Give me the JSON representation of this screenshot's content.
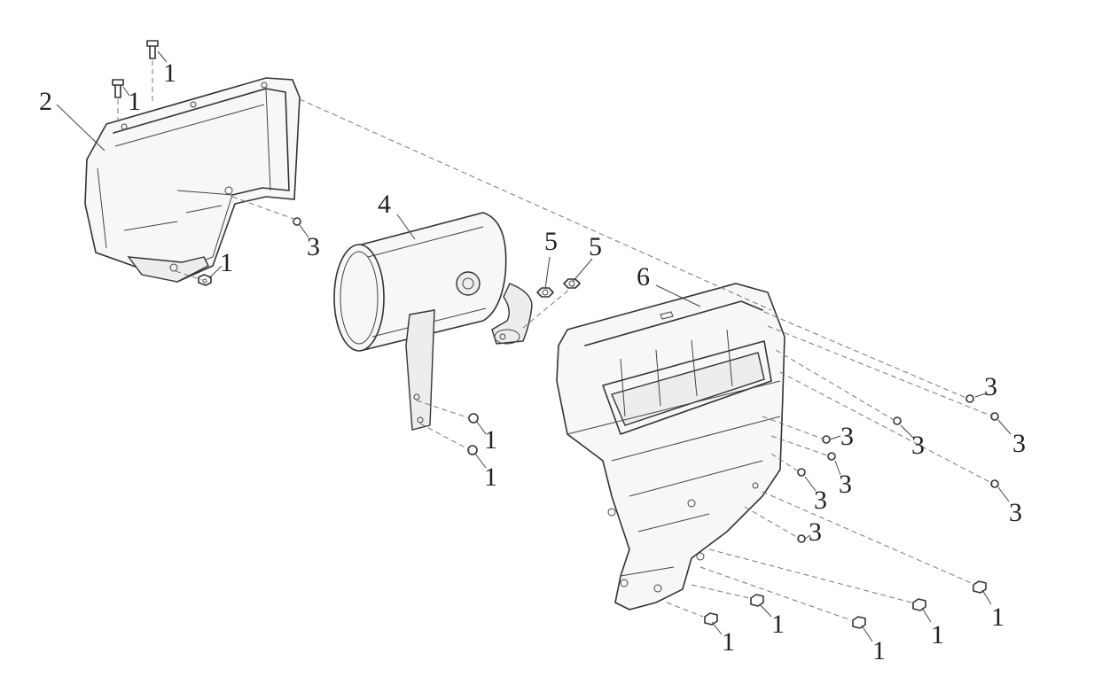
{
  "diagram": {
    "callouts": [
      {
        "id": "c1a",
        "text": "1"
      },
      {
        "id": "c1b",
        "text": "1"
      },
      {
        "id": "c2",
        "text": "2"
      },
      {
        "id": "c3a",
        "text": "3"
      },
      {
        "id": "c1c",
        "text": "1"
      },
      {
        "id": "c4",
        "text": "4"
      },
      {
        "id": "c5a",
        "text": "5"
      },
      {
        "id": "c5b",
        "text": "5"
      },
      {
        "id": "c6",
        "text": "6"
      },
      {
        "id": "c1d",
        "text": "1"
      },
      {
        "id": "c1e",
        "text": "1"
      },
      {
        "id": "c3b",
        "text": "3"
      },
      {
        "id": "c3c",
        "text": "3"
      },
      {
        "id": "c3d",
        "text": "3"
      },
      {
        "id": "c3e",
        "text": "3"
      },
      {
        "id": "c3f",
        "text": "3"
      },
      {
        "id": "c3g",
        "text": "3"
      },
      {
        "id": "c3h",
        "text": "3"
      },
      {
        "id": "c3i",
        "text": "3"
      },
      {
        "id": "c1f",
        "text": "1"
      },
      {
        "id": "c1g",
        "text": "1"
      },
      {
        "id": "c1h",
        "text": "1"
      },
      {
        "id": "c1i",
        "text": "1"
      },
      {
        "id": "c1j",
        "text": "1"
      }
    ]
  }
}
